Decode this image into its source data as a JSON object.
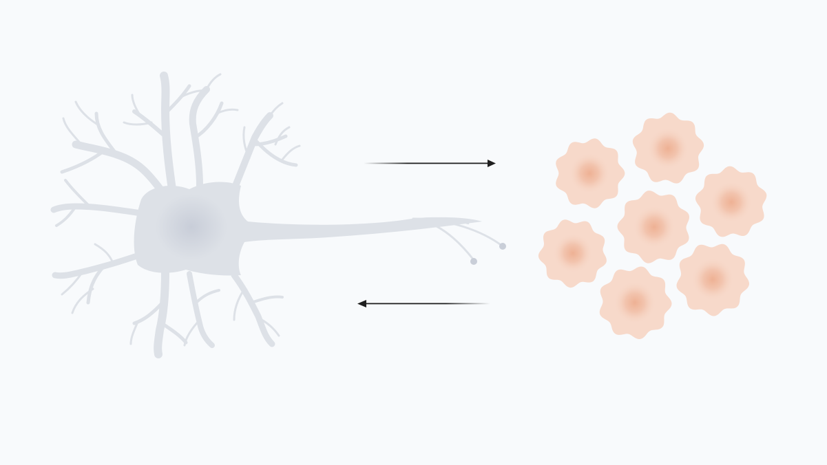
{
  "diagram": {
    "nodes": [
      {
        "id": "neuron",
        "kind": "neuron-illustration",
        "label": ""
      },
      {
        "id": "cell-cluster",
        "kind": "cell-cluster-illustration",
        "label": "",
        "cell_count": 7
      }
    ],
    "edges": [
      {
        "from": "neuron",
        "to": "cell-cluster",
        "label": "",
        "direction": "right"
      },
      {
        "from": "cell-cluster",
        "to": "neuron",
        "label": "",
        "direction": "left"
      }
    ]
  },
  "colors": {
    "background": "#f8fafc",
    "neuron_body": "#dde1e7",
    "neuron_nucleus": "#c9ced8",
    "cell_body": "#f7d9ca",
    "cell_nucleus": "#efb79d",
    "arrow": "#1f1f1f"
  }
}
